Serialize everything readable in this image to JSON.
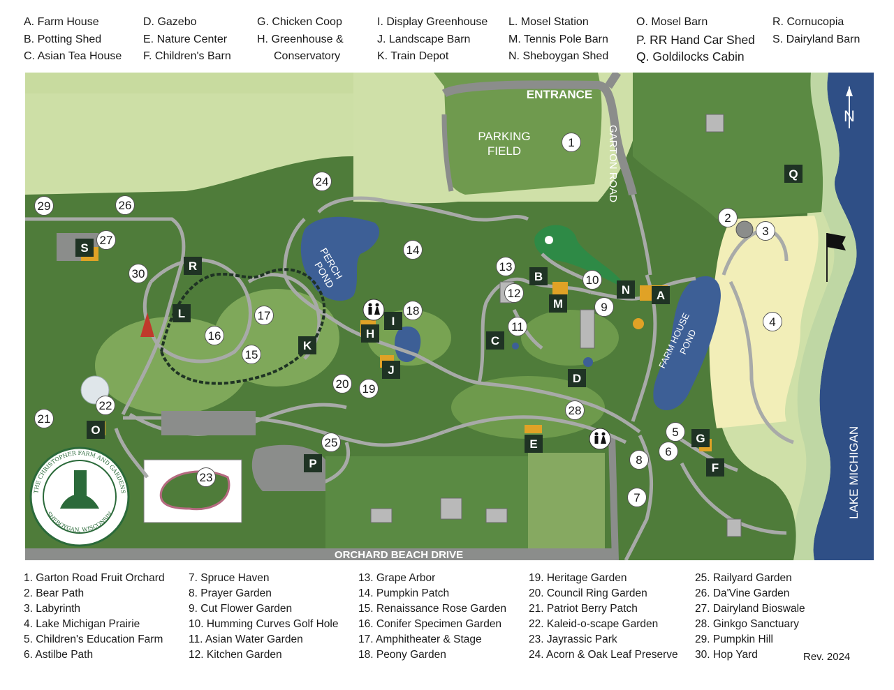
{
  "legend_top": {
    "columns": [
      [
        "A. Farm House",
        "B. Potting Shed",
        "C. Asian Tea House"
      ],
      [
        "D. Gazebo",
        "E. Nature Center",
        "F. Children's Barn"
      ],
      [
        "G. Chicken Coop",
        "H. Greenhouse &",
        "Conservatory"
      ],
      [
        "I. Display Greenhouse",
        "J. Landscape Barn",
        "K. Train Depot"
      ],
      [
        "L. Mosel Station",
        "M. Tennis Pole Barn",
        "N. Sheboygan Shed"
      ],
      [
        "O. Mosel Barn",
        "P. RR Hand Car Shed",
        "Q. Goldilocks Cabin"
      ],
      [
        "R. Cornucopia",
        "S. Dairyland Barn"
      ]
    ]
  },
  "legend_bottom": {
    "columns": [
      [
        "1. Garton Road Fruit Orchard",
        "2. Bear Path",
        "3. Labyrinth",
        "4. Lake Michigan Prairie",
        "5. Children's Education Farm",
        "6. Astilbe Path"
      ],
      [
        "7. Spruce Haven",
        "8. Prayer Garden",
        "9. Cut Flower Garden",
        "10. Humming Curves Golf Hole",
        "11. Asian Water Garden",
        "12. Kitchen Garden"
      ],
      [
        "13. Grape Arbor",
        "14. Pumpkin Patch",
        "15. Renaissance Rose Garden",
        "16. Conifer Specimen Garden",
        "17. Amphitheater & Stage",
        "18. Peony Garden"
      ],
      [
        "19. Heritage Garden",
        "20. Council Ring Garden",
        "21. Patriot Berry Patch",
        "22. Kaleid-o-scape Garden",
        "23. Jayrassic Park",
        "24. Acorn & Oak Leaf Preserve"
      ],
      [
        "25. Railyard Garden",
        "26. Da'Vine Garden",
        "27. Dairyland Bioswale",
        "28. Ginkgo Sanctuary",
        "29. Pumpkin Hill",
        "30. Hop Yard"
      ]
    ]
  },
  "revision": "Rev. 2024",
  "map": {
    "labels": {
      "entrance": "ENTRANCE",
      "parking_line1": "PARKING",
      "parking_line2": "FIELD",
      "garton_road": "GARTON ROAD",
      "perch_pond_line1": "PERCH",
      "perch_pond_line2": "POND",
      "farm_house_pond_line1": "FARM HOUSE",
      "farm_house_pond_line2": "POND",
      "orchard_beach_drive": "ORCHARD BEACH DRIVE",
      "lake_michigan": "LAKE MICHIGAN",
      "north": "N"
    },
    "logo": {
      "top_text": "THE CHRISTOPHER FARM AND GARDENS",
      "bottom_text": "SHEBOYGAN, WISCONSIN"
    },
    "numbered_markers": [
      "1",
      "2",
      "3",
      "4",
      "5",
      "6",
      "7",
      "8",
      "9",
      "10",
      "11",
      "12",
      "13",
      "14",
      "15",
      "16",
      "17",
      "18",
      "19",
      "20",
      "21",
      "22",
      "23",
      "24",
      "25",
      "26",
      "27",
      "28",
      "29",
      "30"
    ],
    "lettered_markers": [
      "A",
      "B",
      "C",
      "D",
      "E",
      "F",
      "G",
      "H",
      "I",
      "J",
      "K",
      "L",
      "M",
      "N",
      "O",
      "P",
      "Q",
      "R",
      "S"
    ],
    "restroom_icon": "restroom-icon",
    "colors": {
      "water": "#3d5f96",
      "lake": "#2f4f86",
      "grass_light": "#cfe0a8",
      "grass_mid": "#8fb260",
      "forest": "#4f7c3a",
      "path": "#a8aaa8",
      "road": "#8b8d8b",
      "marker_dark": "#1f3324",
      "building_gold": "#e0a226",
      "prairie": "#f2eeb8"
    }
  }
}
